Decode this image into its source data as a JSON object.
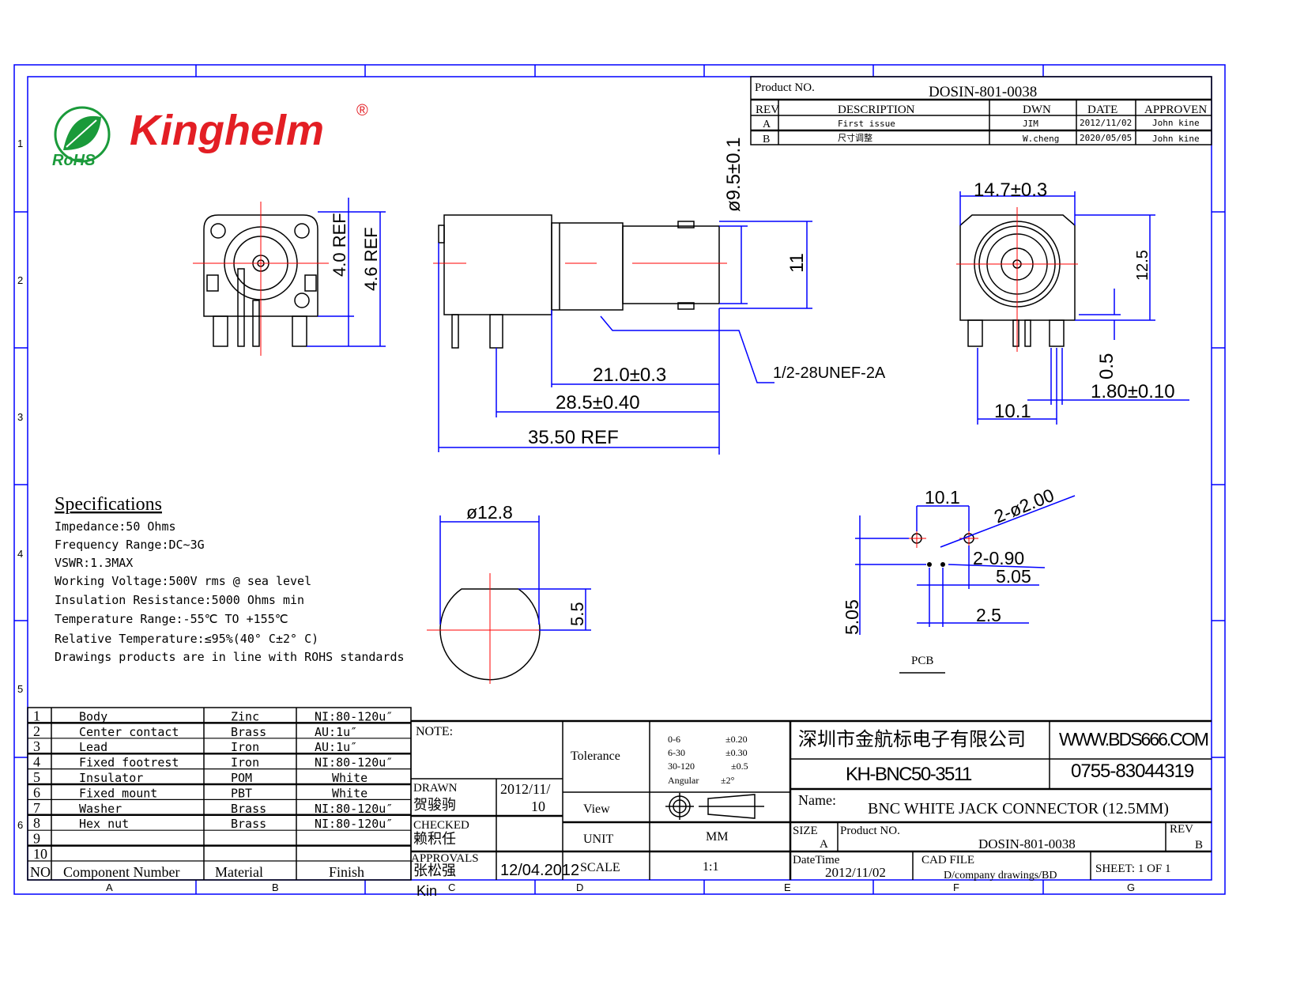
{
  "logo": {
    "brand": "Kinghelm",
    "registered": "®",
    "badge": "RoHS",
    "brand_color": "#e31e24",
    "badge_color": "#1a9a3a"
  },
  "zones": {
    "rows": [
      "1",
      "2",
      "3",
      "4",
      "5",
      "6"
    ],
    "cols": [
      "A",
      "B",
      "C",
      "D",
      "E",
      "F",
      "G"
    ]
  },
  "revision": {
    "product_label": "Product NO.",
    "product_no": "DOSIN-801-0038",
    "headers": [
      "REV",
      "DESCRIPTION",
      "DWN",
      "DATE",
      "APPROVEN"
    ],
    "rows": [
      [
        "A",
        "First issue",
        "JIM",
        "2012/11/02",
        "John kine"
      ],
      [
        "B",
        "尺寸调整",
        "W.cheng",
        "2020/05/05",
        "John kine"
      ]
    ]
  },
  "dimensions": {
    "front_ref1": "4.0 REF",
    "front_ref2": "4.6 REF",
    "side_dia": "ø9.5±0.1",
    "side_h": "11",
    "side_len1": "21.0±0.3",
    "side_len2": "28.5±0.40",
    "side_len3": "35.50 REF",
    "thread": "1/2-28UNEF-2A",
    "right_w": "14.7±0.3",
    "right_h": "12.5",
    "right_pin": "0.5",
    "right_pitch": "10.1",
    "right_pin_w": "1.80±0.10",
    "flat_dia": "ø12.8",
    "flat_h": "5.5",
    "pcb_pitch": "10.1",
    "pcb_holes": "2-ø2.00",
    "pcb_small": "2-0.90",
    "pcb_505": "5.05",
    "pcb_25": "2.5",
    "pcb_v505": "5.05",
    "pcb_label": "PCB"
  },
  "specifications": {
    "title": "Specifications",
    "lines": [
      "Impedance:50 Ohms",
      "Frequency Range:DC~3G",
      "VSWR:1.3MAX",
      "Working Voltage:500V rms @ sea level",
      "Insulation Resistance:5000 Ohms min",
      "Temperature Range:-55℃ TO +155℃",
      "Relative Temperature:≤95%(40° C±2° C)",
      "Drawings products are in line with ROHS standards"
    ]
  },
  "parts": {
    "rows": [
      [
        "1",
        "Body",
        "Zinc",
        "NI:80-120u″"
      ],
      [
        "2",
        "Center contact",
        "Brass",
        "AU:1u″"
      ],
      [
        "3",
        "Lead",
        "Iron",
        "AU:1u″"
      ],
      [
        "4",
        "Fixed footrest",
        "Iron",
        "NI:80-120u″"
      ],
      [
        "5",
        "Insulator",
        "POM",
        "White"
      ],
      [
        "6",
        "Fixed mount",
        "PBT",
        "White"
      ],
      [
        "7",
        "Washer",
        "Brass",
        "NI:80-120u″"
      ],
      [
        "8",
        "Hex nut",
        "Brass",
        "NI:80-120u″"
      ],
      [
        "9",
        "",
        "",
        ""
      ],
      [
        "10",
        "",
        "",
        ""
      ]
    ],
    "headers": [
      "NO",
      "Component Number",
      "Material",
      "Finish"
    ]
  },
  "title_block": {
    "note": "NOTE:",
    "drawn_label": "DRAWN",
    "drawn_name": "贺骏驹",
    "drawn_date1": "2012/11/",
    "drawn_date2": "10",
    "checked_label": "CHECKED",
    "checked_name": "赖积任",
    "approvals_label": "APPROVALS",
    "approvals_name": "张松强",
    "approvals_date": "12/04.2012",
    "tolerance_label": "Tolerance",
    "tolerances": [
      [
        "0-6",
        "±0.20"
      ],
      [
        "6-30",
        "±0.30"
      ],
      [
        "30-120",
        "±0.5"
      ],
      [
        "Angular",
        "±2°"
      ]
    ],
    "view_label": "View",
    "unit_label": "UNIT",
    "unit_value": "MM",
    "scale_label": "SCALE",
    "scale_value": "1:1",
    "company": "深圳市金航标电子有限公司",
    "website": "WWW.BDS666.COM",
    "model": "KH-BNC50-3511",
    "phone": "0755-83044319",
    "name_label": "Name:",
    "name_value": "BNC WHITE JACK CONNECTOR (12.5MM)",
    "size_label": "SIZE",
    "size_value": "A",
    "product_label": "Product NO.",
    "product_value": "DOSIN-801-0038",
    "rev_label": "REV",
    "rev_value": "B",
    "datetime_label": "DateTime",
    "datetime_value": "2012/11/02",
    "cad_label": "CAD FILE",
    "cad_value": "D/company drawings/BD",
    "sheet": "SHEET: 1 OF 1",
    "overflow_text": "Kin"
  }
}
